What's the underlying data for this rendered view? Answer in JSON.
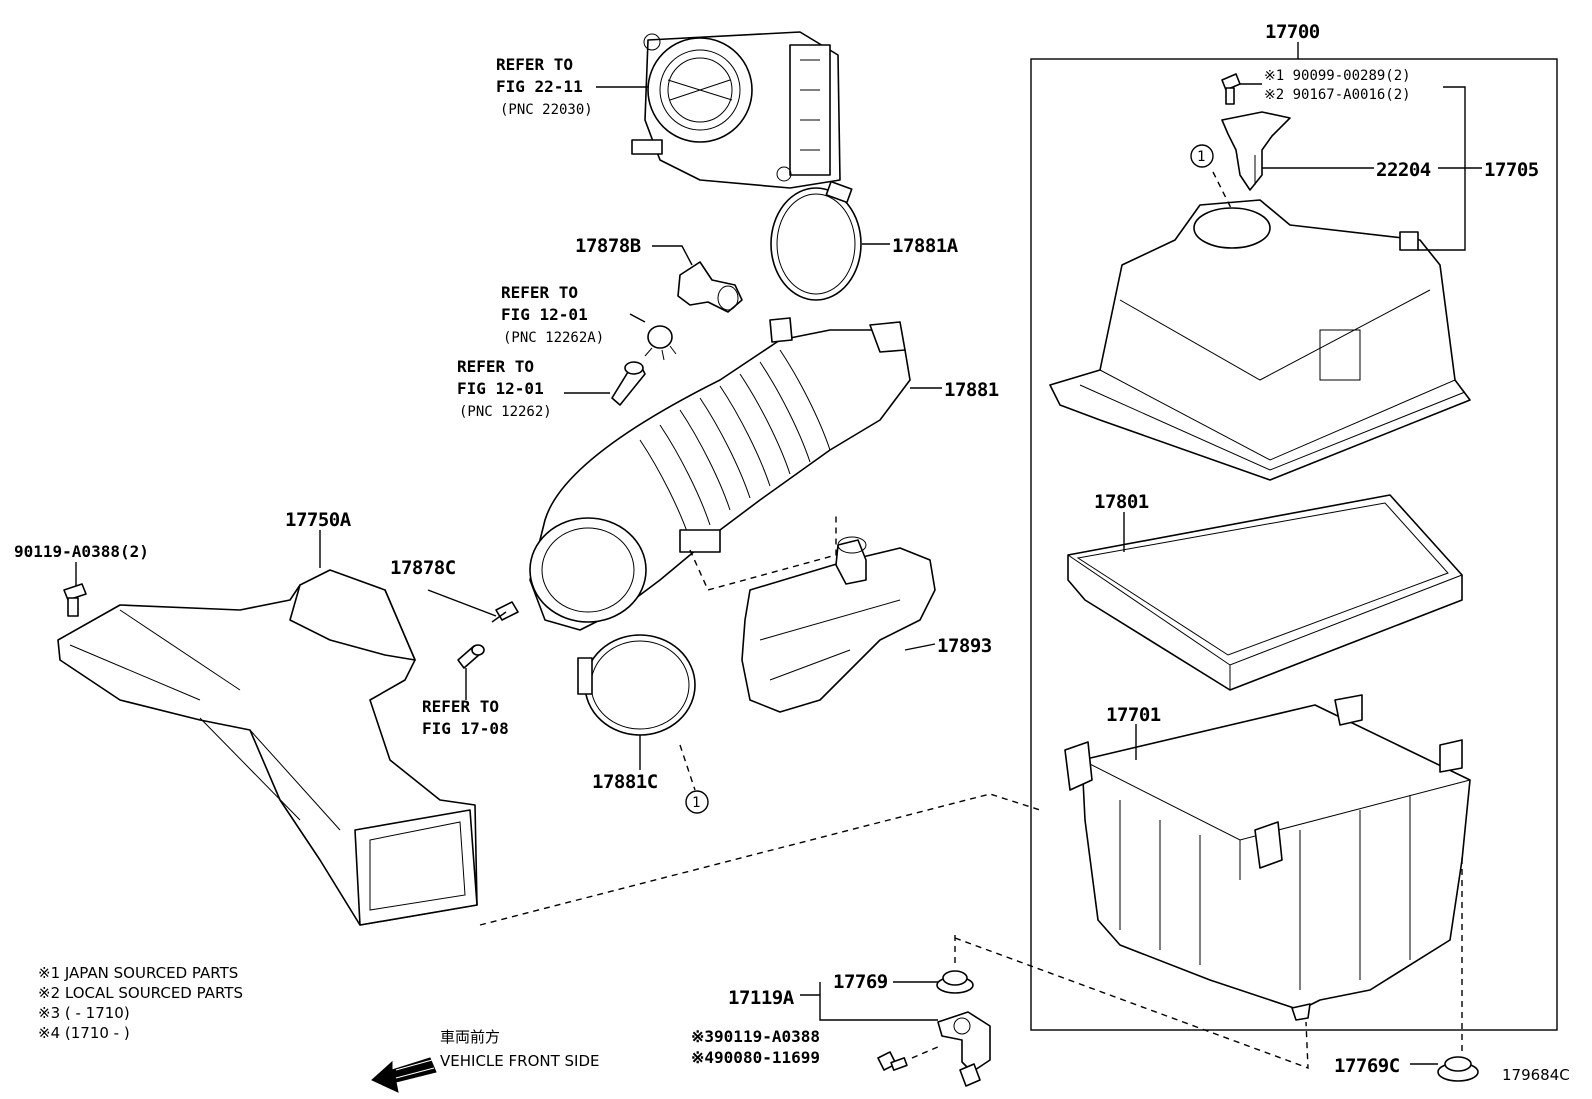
{
  "parts": {
    "assembly": "17700",
    "cap_sub": "17705",
    "sensor": "22204",
    "bolt1": "※1  90099-00289(2)",
    "bolt2": "※2  90167-A0016(2)",
    "element": "17801",
    "case": "17701",
    "hose": "17881",
    "clamp_a": "17881A",
    "clamp_c": "17881C",
    "resonator": "17893",
    "union_b": "17878B",
    "union_c": "17878C",
    "inlet": "17750A",
    "inlet_bolt": "90119-A0388(2)",
    "grommet": "17769",
    "grommet_c": "17769C",
    "bracket": "17119A",
    "bolt3": "※390119-A0388",
    "bolt4": "※490080-11699",
    "circle_ref": "1"
  },
  "refs": {
    "throttle": {
      "line1": "REFER TO",
      "line2": "FIG 22-11",
      "line3": "(PNC 22030)"
    },
    "hose_a": {
      "line1": "REFER TO",
      "line2": "FIG 12-01",
      "line3": "(PNC 12262A)"
    },
    "hose_b": {
      "line1": "REFER TO",
      "line2": "FIG 12-01",
      "line3": "(PNC 12262)"
    },
    "vac": {
      "line1": "REFER TO",
      "line2": "FIG 17-08"
    }
  },
  "notes": {
    "n1": "※1  JAPAN SOURCED PARTS",
    "n2": "※2  LOCAL SOURCED PARTS",
    "n3": "※3 (        - 1710)",
    "n4": "※4 (1710 -        )"
  },
  "direction": {
    "jp": "車両前方",
    "en": "VEHICLE FRONT SIDE"
  },
  "figure_id": "179684C"
}
